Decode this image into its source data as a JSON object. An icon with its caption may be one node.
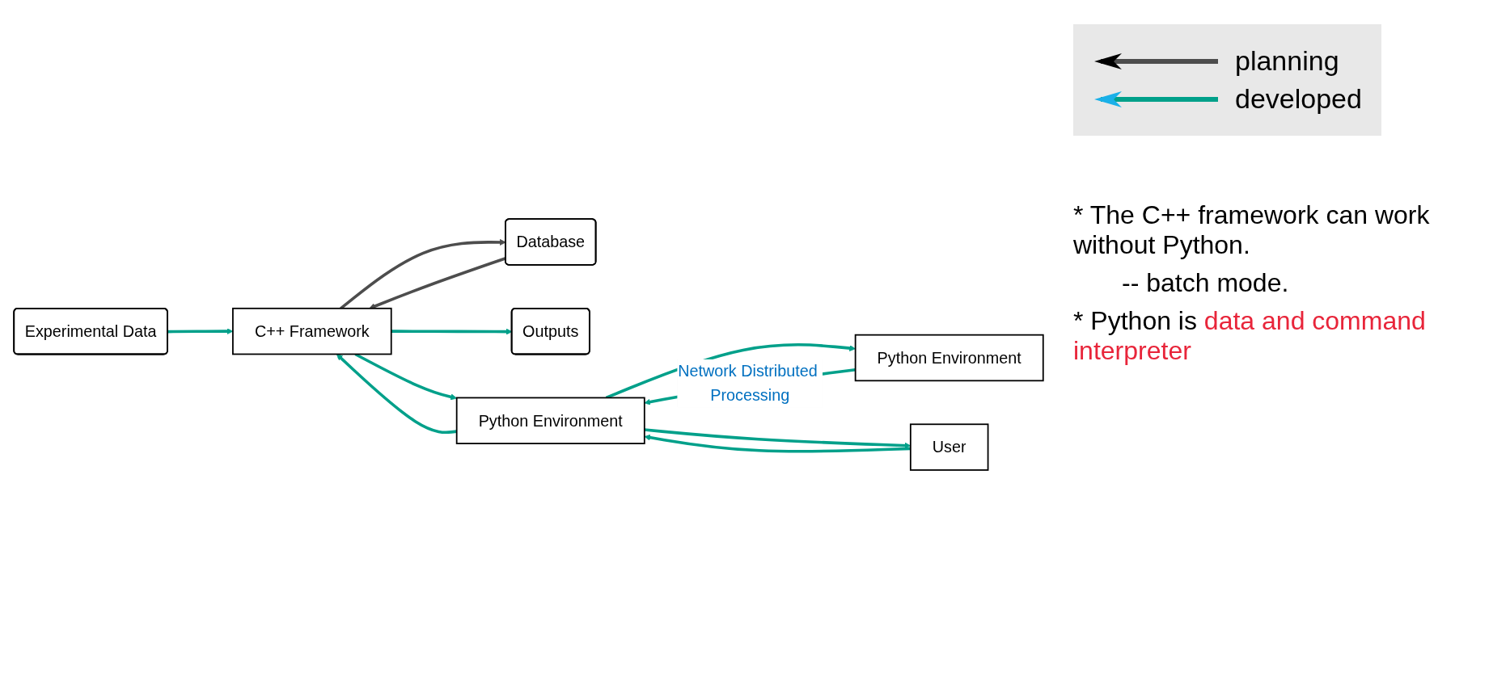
{
  "diagram": {
    "nodes": [
      {
        "text": [
          "Experimental Data"
        ]
      },
      {
        "text": [
          "Database"
        ]
      },
      {
        "text": [
          "C++ Framework"
        ]
      },
      {
        "text": [
          "Outputs"
        ]
      },
      {
        "text": [
          "Python Environment"
        ]
      },
      {
        "text": [
          "Python Environment"
        ]
      },
      {
        "text": [
          "User"
        ]
      }
    ],
    "edges": [
      {
        "from": 0,
        "to": 2,
        "arrow": "to"
      },
      {
        "from": 2,
        "to": 1,
        "arrow": "to",
        "color": "#4d4d4d"
      },
      {
        "from": 1,
        "to": 2,
        "arrow": "to",
        "color": "#4d4d4d"
      },
      {
        "from": 2,
        "to": 3,
        "arrow": "to"
      },
      {
        "from": 5,
        "to": 4,
        "arrow": "to"
      },
      {
        "from": 4,
        "to": 5,
        "arrow": "to",
        "label": "Network Distributed Processing"
      },
      {
        "from": 5,
        "to": 2,
        "arrow": "to"
      },
      {
        "from": 2,
        "to": 5,
        "arrow": "to"
      },
      {
        "from": 6,
        "to": 5,
        "arrow": "to"
      },
      {
        "from": 5,
        "to": 6,
        "arrow": "to"
      }
    ],
    "labels": [
      "* The C++ framework can work without Python.",
      "-- batch mode.",
      "* Python is",
      "data and command interpreter"
    ],
    "legend": [
      {
        "text": "planning"
      },
      {
        "text": "developed"
      }
    ]
  }
}
